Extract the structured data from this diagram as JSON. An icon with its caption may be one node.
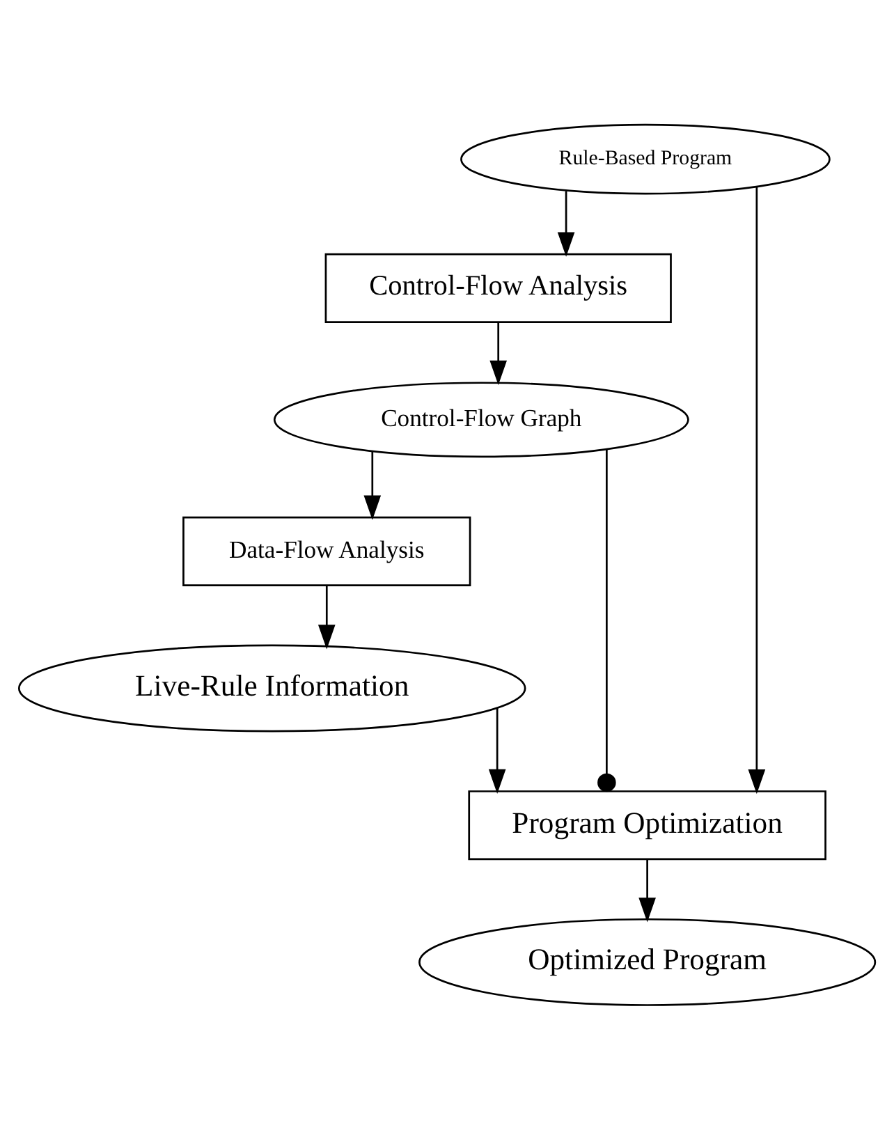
{
  "diagram": {
    "nodes": [
      {
        "text": [
          "Rule-Based Program"
        ]
      },
      {
        "text": [
          "Control-Flow Analysis"
        ]
      },
      {
        "text": [
          "Control-Flow Graph"
        ]
      },
      {
        "text": [
          "Data-Flow Analysis"
        ]
      },
      {
        "text": [
          "Live-Rule Information"
        ]
      },
      {
        "text": [
          "Program Optimization"
        ]
      },
      {
        "text": [
          "Optimized Program"
        ]
      }
    ],
    "edges": [
      {
        "from": 0,
        "to": 1,
        "arrow": "to"
      },
      {
        "from": 1,
        "to": 2,
        "arrow": "to"
      },
      {
        "from": 2,
        "to": 3,
        "arrow": "to"
      },
      {
        "from": 3,
        "to": 4,
        "arrow": "to"
      },
      {
        "from": 4,
        "to": 5,
        "arrow": "to"
      },
      {
        "from": 2,
        "to": 5,
        "arrow": "other"
      },
      {
        "from": 0,
        "to": 5,
        "arrow": "to"
      },
      {
        "from": 5,
        "to": 6,
        "arrow": "to"
      }
    ]
  }
}
